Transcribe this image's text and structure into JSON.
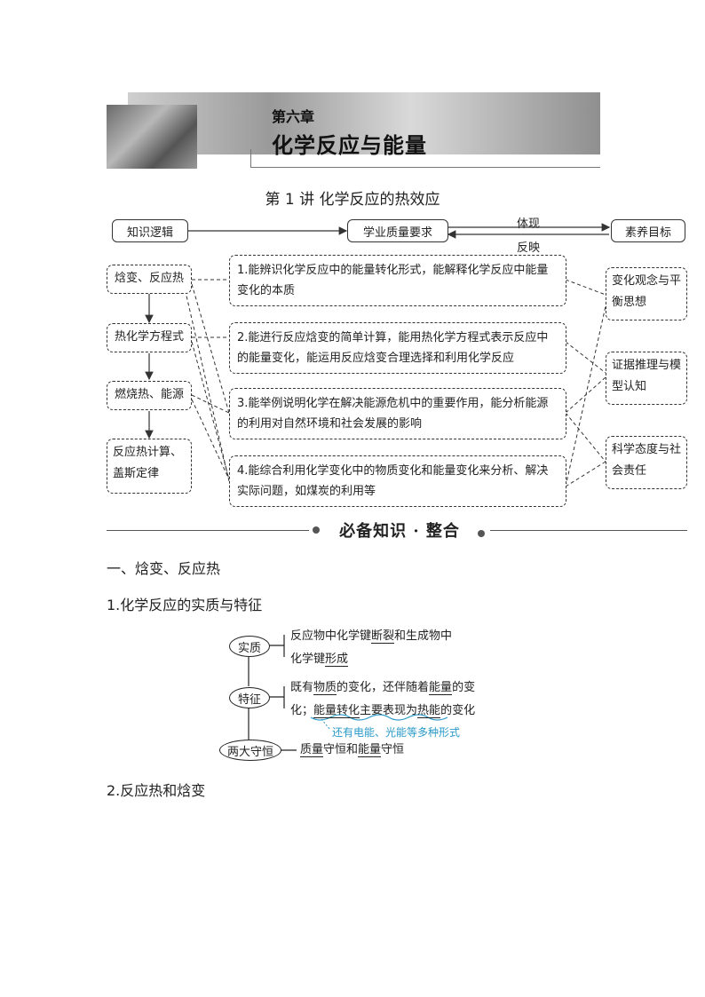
{
  "banner": {
    "chapter_num": "第六章",
    "chapter_title": "化学反应与能量"
  },
  "lesson": {
    "title": "第 1 讲    化学反应的热效应"
  },
  "diagram": {
    "top": {
      "left": "知识逻辑",
      "mid": "学业质量要求",
      "right": "素养目标",
      "upper_arrow": "体现",
      "lower_arrow": "反映"
    },
    "knowledge": [
      "焓变、反应热",
      "热化学方程式",
      "燃烧热、能源",
      "反应热计算、盖斯定律"
    ],
    "requirements": [
      "1.能辨识化学反应中的能量转化形式，能解释化学反应中能量变化的本质",
      "2.能进行反应焓变的简单计算，能用热化学方程式表示反应中的能量变化，能运用反应焓变合理选择和利用化学反应",
      "3.能举例说明化学在解决能源危机中的重要作用，能分析能源的利用对自然环境和社会发展的影响",
      "4.能综合利用化学变化中的物质变化和能量变化来分析、解决实际问题，如煤炭的利用等"
    ],
    "goals": [
      "变化观念与平衡思想",
      "证据推理与模型认知",
      "科学态度与社会责任"
    ]
  },
  "section": {
    "title": "必备知识 · 整合"
  },
  "headings": {
    "h1": "一、焓变、反应热",
    "h2": "1.化学反应的实质与特征",
    "h3": "2.反应热和焓变"
  },
  "concept": {
    "labels": [
      "实质",
      "特征",
      "两大守恒"
    ],
    "essence_1a": "反应物中化学键",
    "essence_1b": "断裂",
    "essence_1c": "和生成物中",
    "essence_2a": "化学键",
    "essence_2b": "形成",
    "feature_1a": "既有",
    "feature_1b": "物质",
    "feature_1c": "的变化，还伴随着",
    "feature_1d": "能量",
    "feature_1e": "的变",
    "feature_2a": "化；",
    "feature_2b": "能量转化",
    "feature_2c": "主要表现为",
    "feature_2d": "热能",
    "feature_2e": "的变化",
    "note": "还有电能、光能等多种形式",
    "cons_a": "质量",
    "cons_b": "守恒和",
    "cons_c": "能量",
    "cons_d": "守恒"
  }
}
